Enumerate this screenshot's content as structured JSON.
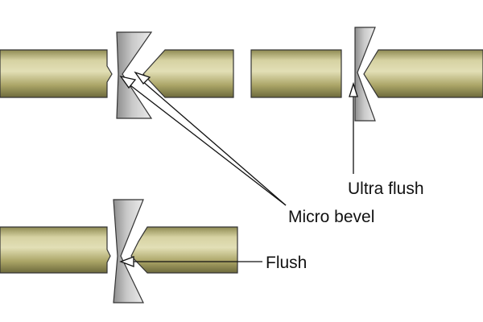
{
  "labels": {
    "micro_bevel": "Micro bevel",
    "ultra_flush": "Ultra flush",
    "flush": "Flush"
  },
  "colors": {
    "wire_light": "#dcd8ac",
    "wire_mid": "#aaa466",
    "wire_dark": "#6d6a3c",
    "blade_light": "#ececec",
    "blade_dark": "#8e8e8e",
    "outline": "#333333",
    "arrow": "#111111"
  }
}
